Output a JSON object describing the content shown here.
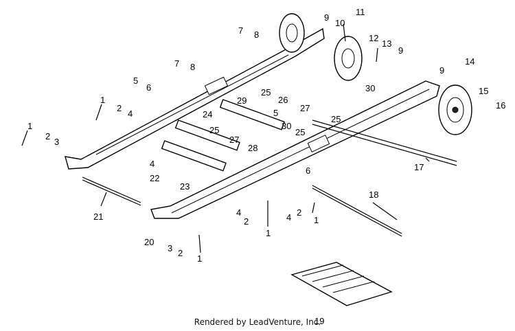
{
  "diagram": {
    "credit": "Rendered by LeadVenture, Inc.",
    "callouts": [
      "1",
      "1",
      "1",
      "1",
      "1",
      "2",
      "2",
      "2",
      "2",
      "2",
      "3",
      "3",
      "4",
      "4",
      "4",
      "4",
      "5",
      "5",
      "6",
      "6",
      "7",
      "7",
      "8",
      "8",
      "9",
      "9",
      "9",
      "10",
      "11",
      "12",
      "13",
      "14",
      "15",
      "16",
      "17",
      "18",
      "19",
      "20",
      "21",
      "22",
      "23",
      "24",
      "25",
      "25",
      "25",
      "25",
      "26",
      "27",
      "27",
      "28",
      "29",
      "30",
      "30"
    ]
  }
}
